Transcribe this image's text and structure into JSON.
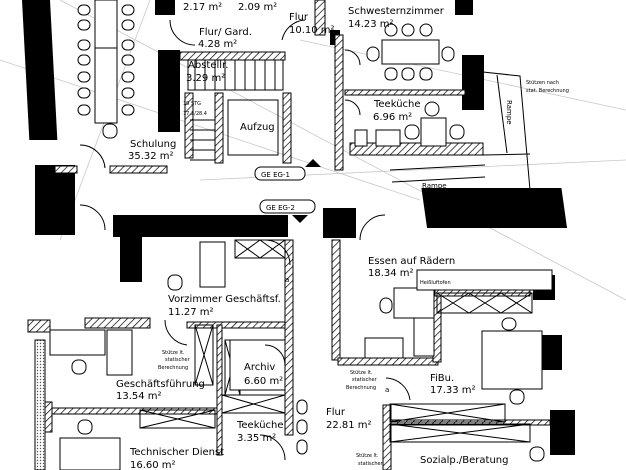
{
  "plan": {
    "rooms": [
      {
        "name": "",
        "area": "2.17 m²"
      },
      {
        "name": "",
        "area": "2.09 m²"
      },
      {
        "name": "Flur/ Gard.",
        "area": "4.28 m²"
      },
      {
        "name": "Flur",
        "area": "10.10 m²"
      },
      {
        "name": "Schwesternzimmer",
        "area": "14.23 m²"
      },
      {
        "name": "Abstellr.",
        "area": "3.29 m²"
      },
      {
        "name": "Aufzug",
        "area": ""
      },
      {
        "name": "Schulung",
        "area": "35.32 m²"
      },
      {
        "name": "Teeküche",
        "area": "6.96 m²"
      },
      {
        "name": "Essen auf Rädern",
        "area": "18.34 m²"
      },
      {
        "name": "Vorzimmer Geschäftsf.",
        "area": "11.27 m²"
      },
      {
        "name": "Archiv",
        "area": "6.60 m²"
      },
      {
        "name": "Geschäftsführung",
        "area": "13.54 m²"
      },
      {
        "name": "FiBu.",
        "area": "17.33 m²"
      },
      {
        "name": "Flur",
        "area": "22.81 m²"
      },
      {
        "name": "Teeküche",
        "area": "3.35 m²"
      },
      {
        "name": "Technischer Dienst",
        "area": "16.60 m²"
      },
      {
        "name": "Sozialp./Beratung",
        "area": ""
      }
    ],
    "stairs": {
      "steps": "19 STG",
      "ratio": "17.2/28.4"
    },
    "markers": [
      "GE EG-1",
      "GE EG-2"
    ],
    "ramp_label": "Rampe",
    "oven_label": "Heißluftofen",
    "door_mark": "a",
    "notes": {
      "supports_top": [
        "Stützen nach",
        "stat. Berechnung"
      ],
      "support": [
        "Stütze lt.",
        "statischer",
        "Berechnung"
      ]
    }
  }
}
